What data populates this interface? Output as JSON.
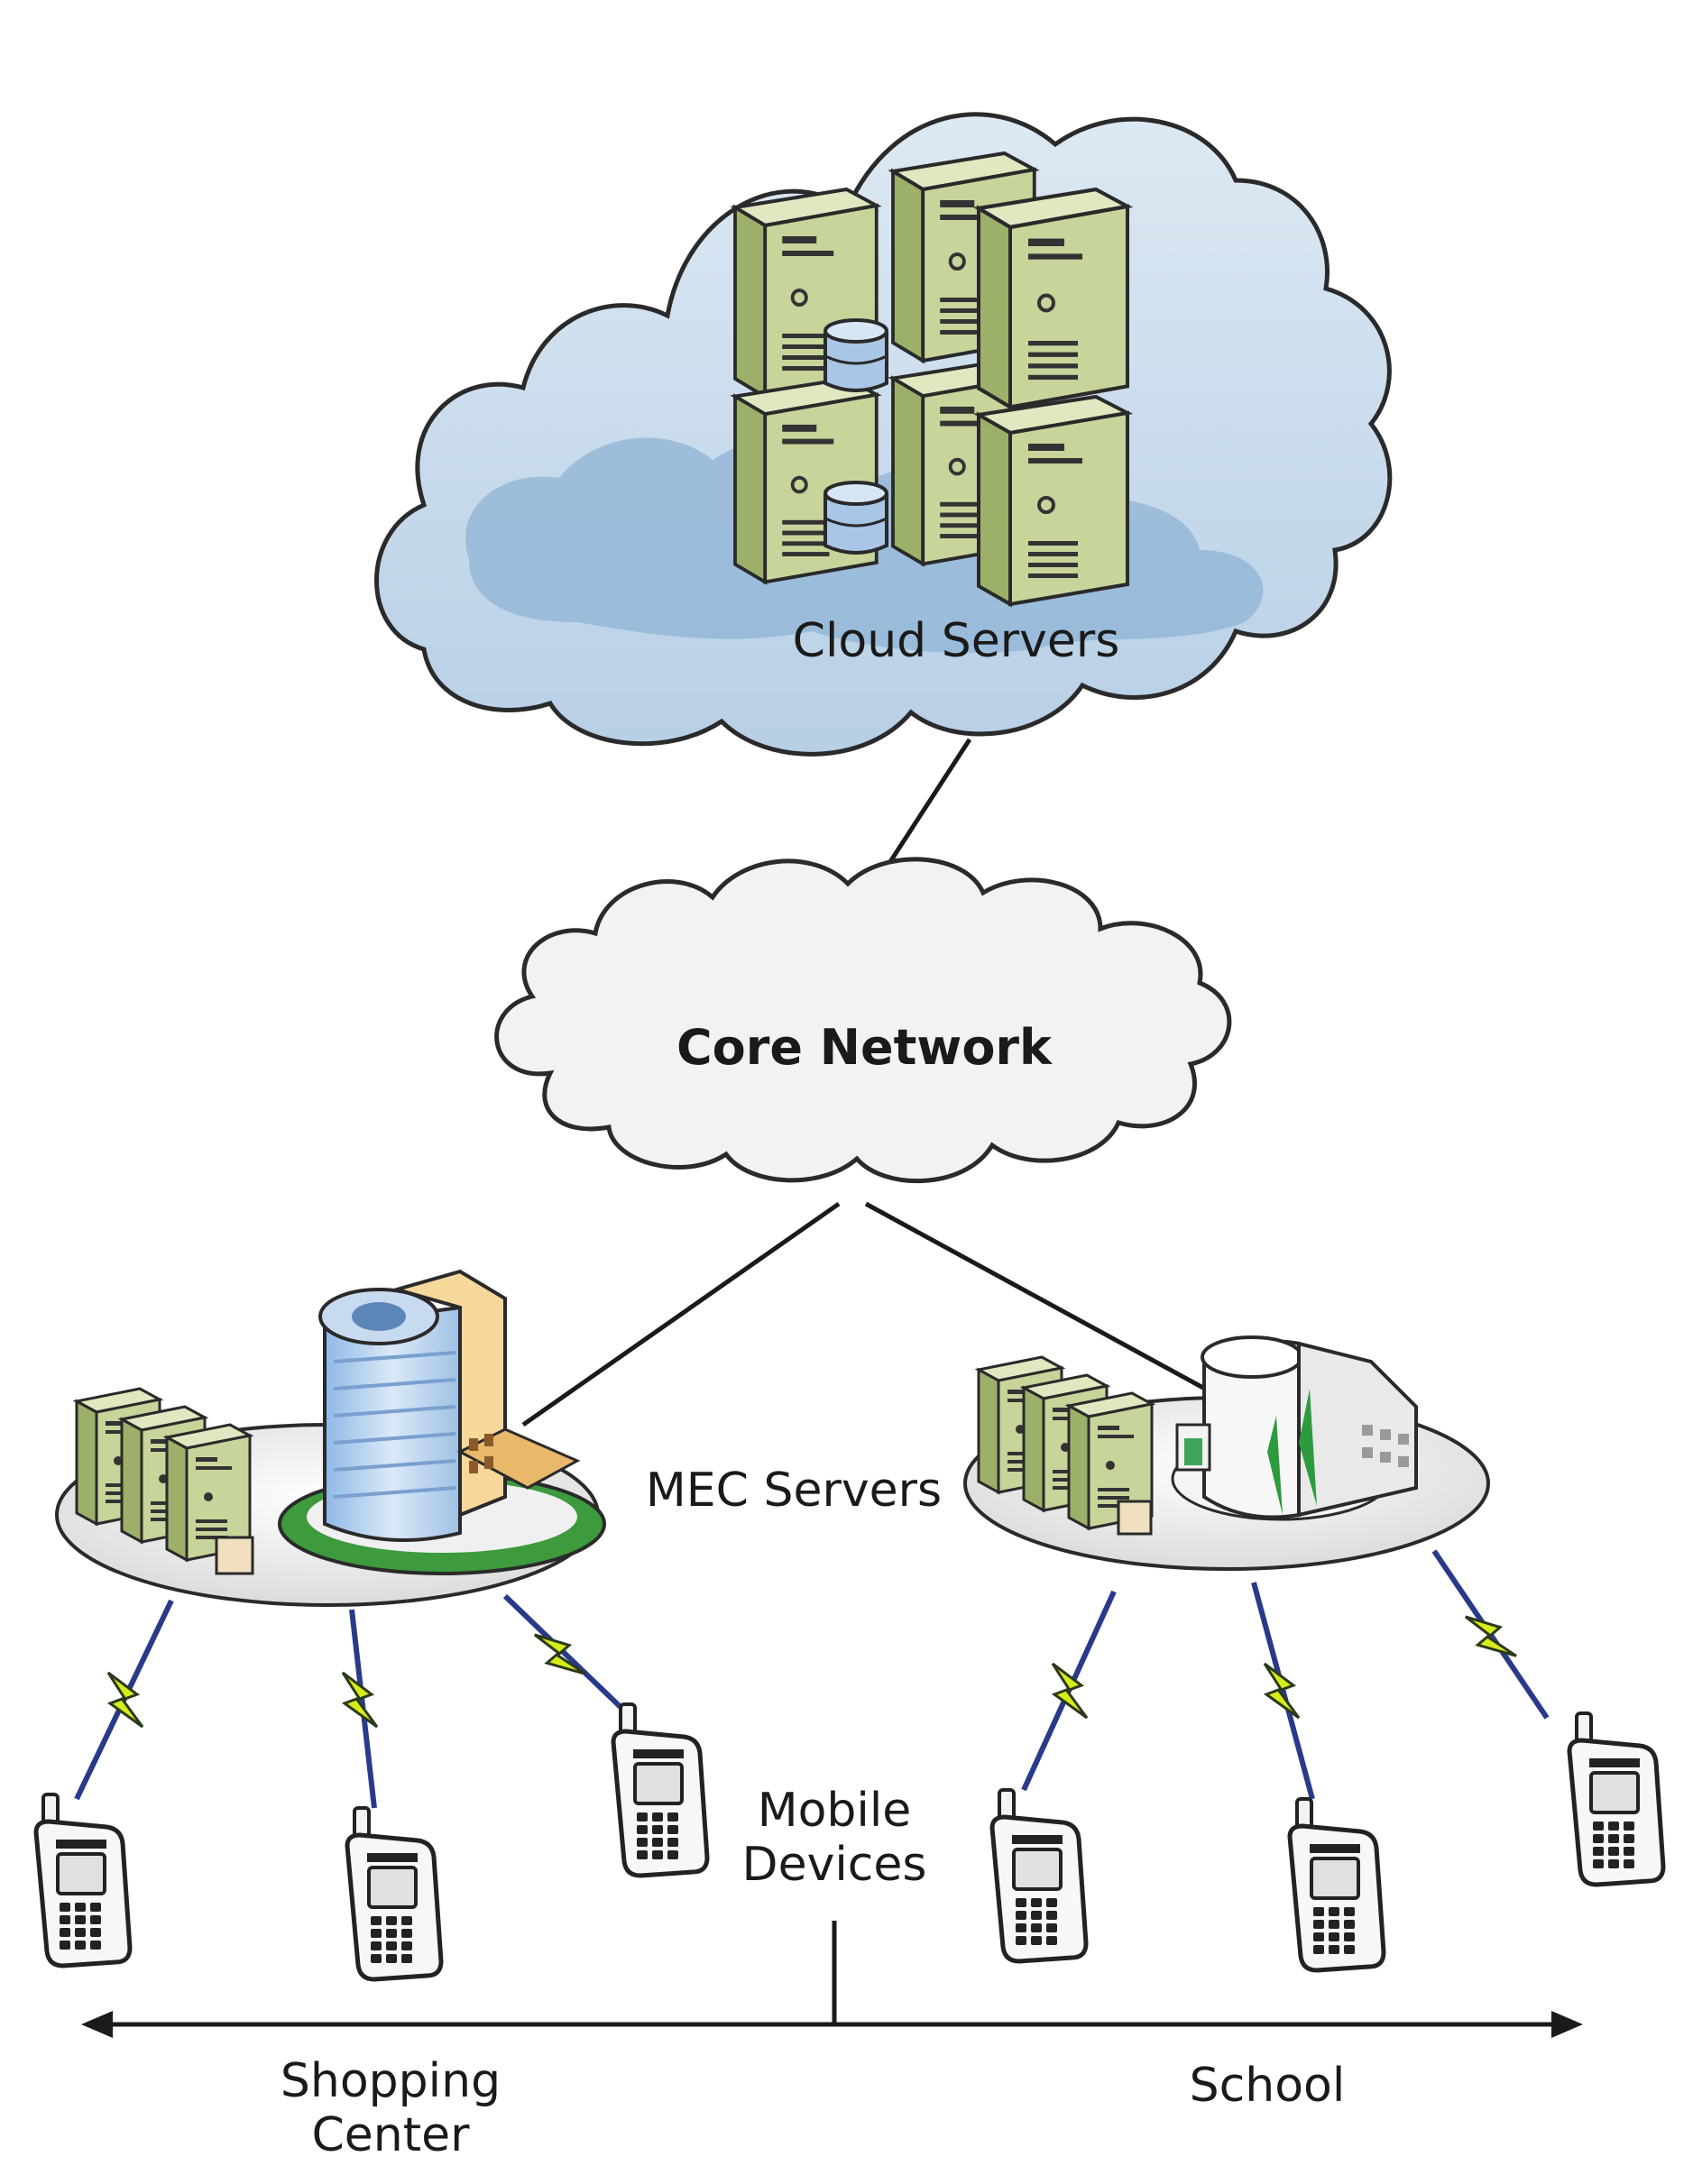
{
  "labels": {
    "cloud_servers": "Cloud Servers",
    "core_network": "Core Network",
    "mec_servers": "MEC Servers",
    "mobile_devices_line1": "Mobile",
    "mobile_devices_line2": "Devices",
    "shopping_line1": "Shopping",
    "shopping_line2": "Center",
    "school": "School"
  },
  "colors": {
    "cloud_fill": "#c9dcec",
    "cloud_inner": "#8fb3d6",
    "server_green": "#c6d39a",
    "server_dark": "#8aa060",
    "link": "#1a1a1a",
    "wireless": "#2a3a8a",
    "bolt": "#d8ec1a",
    "platform": "#eeeeee"
  }
}
